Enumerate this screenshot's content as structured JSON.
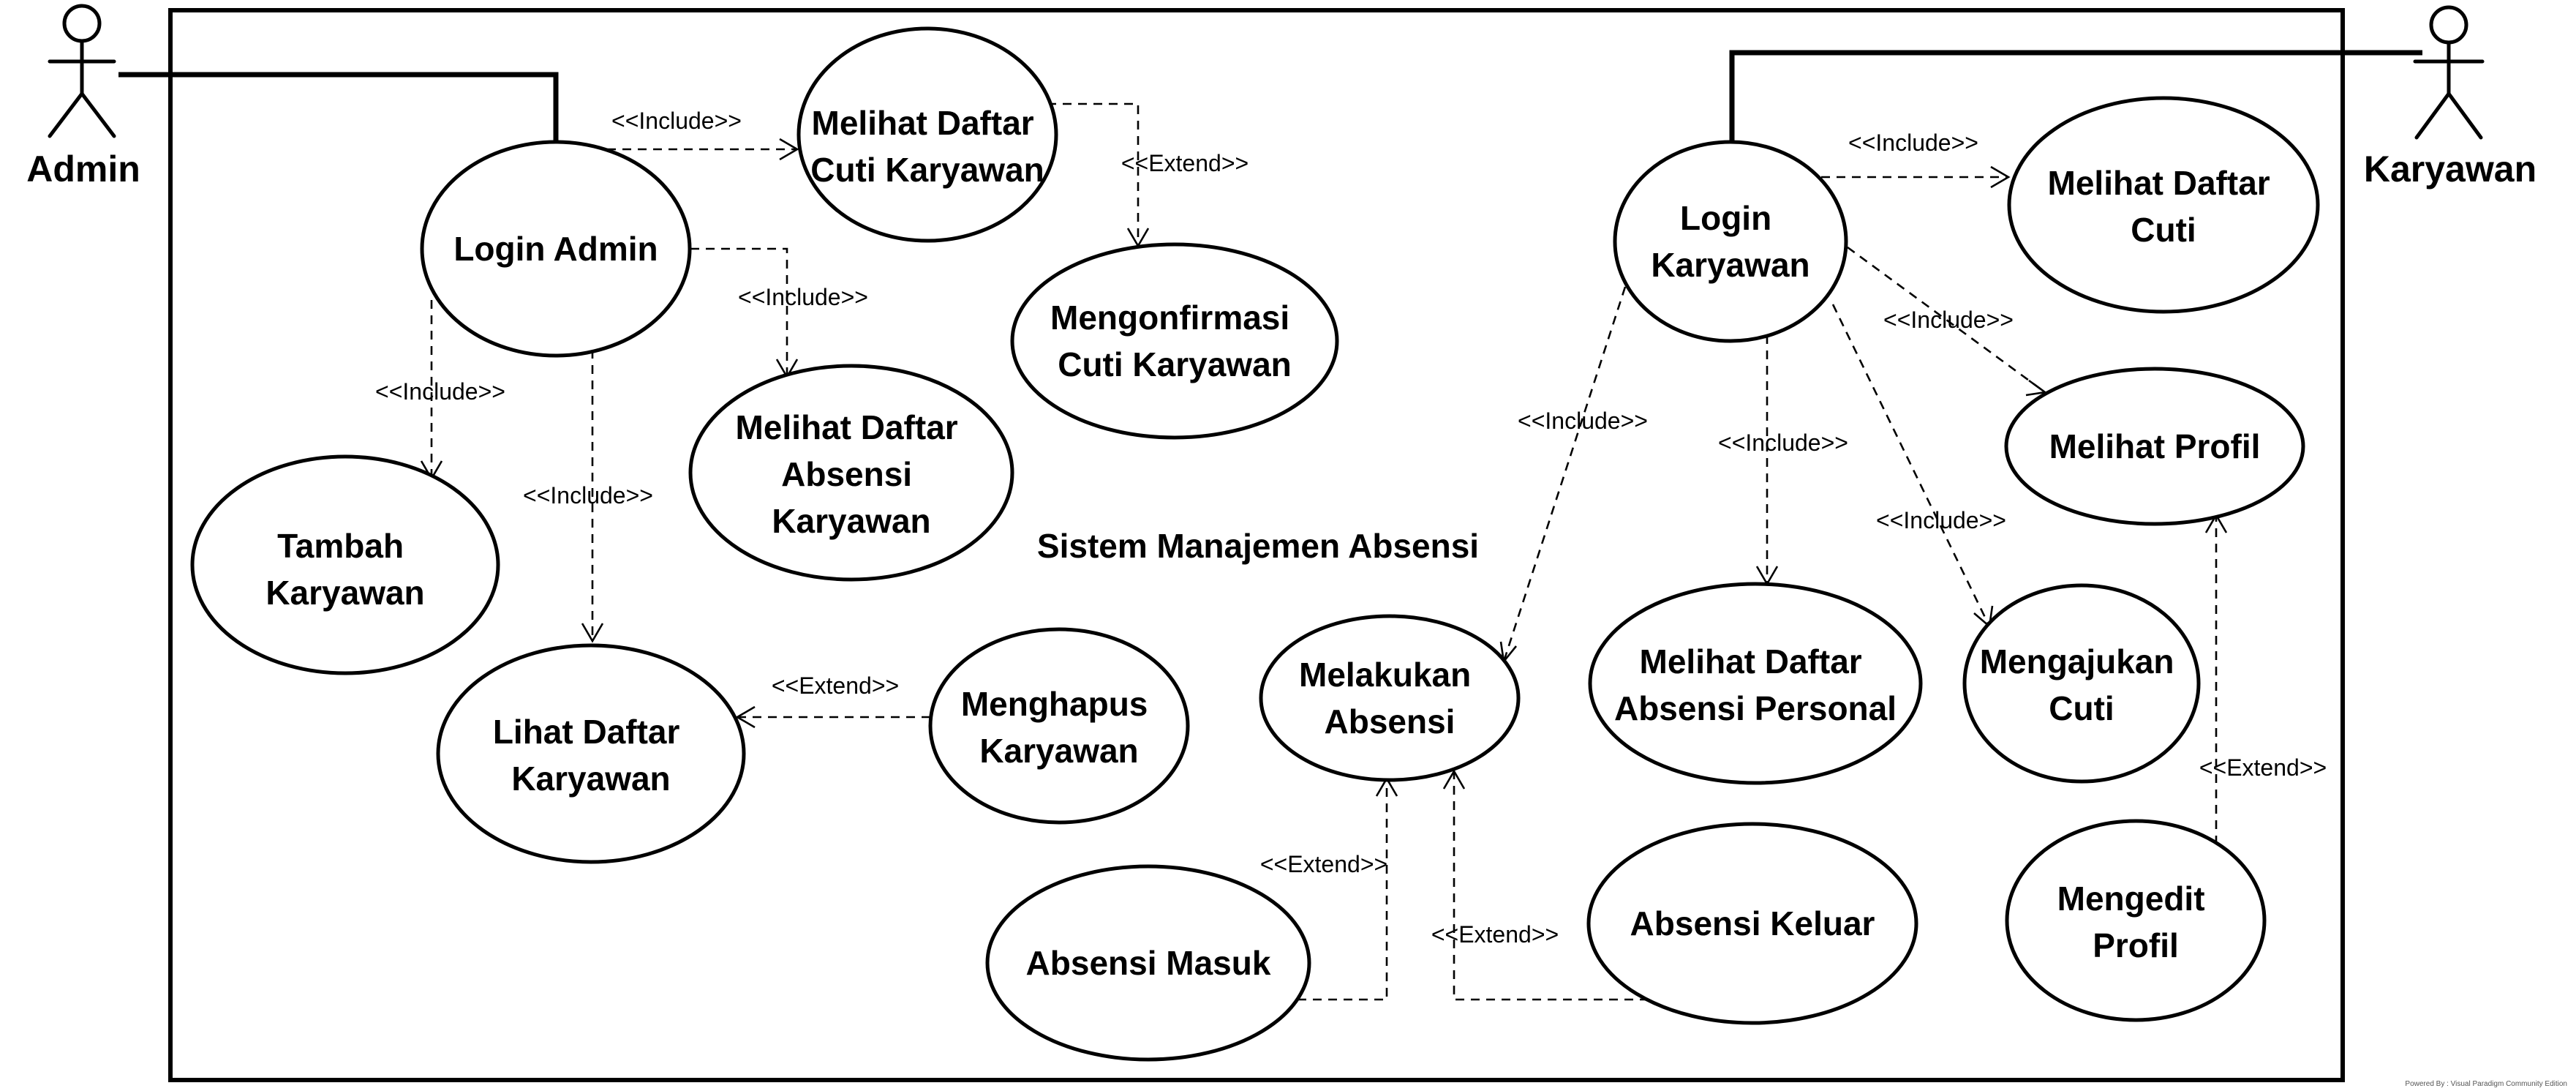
{
  "system": {
    "title": "Sistem Manajemen Absensi"
  },
  "actors": {
    "admin": {
      "label": "Admin"
    },
    "karyawan": {
      "label": "Karyawan"
    }
  },
  "use_cases": {
    "login_admin": [
      "Login Admin"
    ],
    "melihat_daftar_cuti_karyawan": [
      "Melihat Daftar",
      "Cuti Karyawan"
    ],
    "mengonfirmasi_cuti_karyawan": [
      "Mengonfirmasi",
      "Cuti Karyawan"
    ],
    "melihat_daftar_absensi_karyawan": [
      "Melihat Daftar",
      "Absensi",
      "Karyawan"
    ],
    "tambah_karyawan": [
      "Tambah",
      "Karyawan"
    ],
    "lihat_daftar_karyawan": [
      "Lihat Daftar",
      "Karyawan"
    ],
    "menghapus_karyawan": [
      "Menghapus",
      "Karyawan"
    ],
    "login_karyawan": [
      "Login",
      "Karyawan"
    ],
    "melihat_daftar_cuti": [
      "Melihat Daftar",
      "Cuti"
    ],
    "melihat_profil": [
      "Melihat Profil"
    ],
    "melakukan_absensi": [
      "Melakukan",
      "Absensi"
    ],
    "melihat_daftar_absensi_personal": [
      "Melihat Daftar",
      "Absensi Personal"
    ],
    "mengajukan_cuti": [
      "Mengajukan",
      "Cuti"
    ],
    "absensi_masuk": [
      "Absensi Masuk"
    ],
    "absensi_keluar": [
      "Absensi Keluar"
    ],
    "mengedit_profil": [
      "Mengedit",
      "Profil"
    ]
  },
  "relationships": {
    "include": "<<Include>>",
    "extend": "<<Extend>>"
  },
  "footer": {
    "text": "Powered By : Visual Paradigm Community Edition"
  }
}
